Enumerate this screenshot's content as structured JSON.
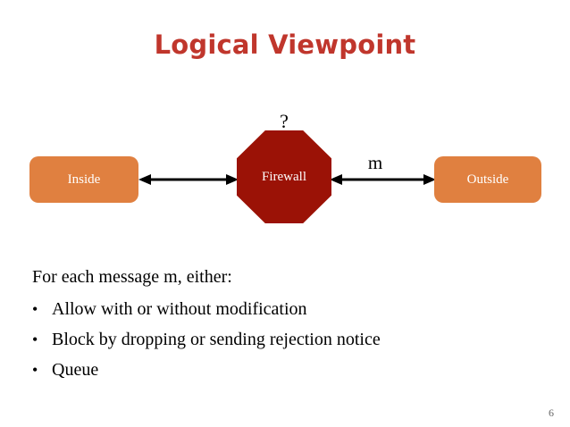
{
  "slide": {
    "title": "Logical Viewpoint",
    "page_number": "6",
    "title_color": "#c0362c"
  },
  "diagram": {
    "inside_label": "Inside",
    "firewall_label": "Firewall",
    "outside_label": "Outside",
    "question_mark": "?",
    "message_label": "m",
    "node_color": "#e08040",
    "firewall_color": "#9b1206",
    "arrow_color": "#000000"
  },
  "content": {
    "lead": "For each message m, either:",
    "bullet_char": "•",
    "bullets": [
      "Allow with or without modification",
      "Block by dropping or sending rejection notice",
      "Queue"
    ]
  }
}
